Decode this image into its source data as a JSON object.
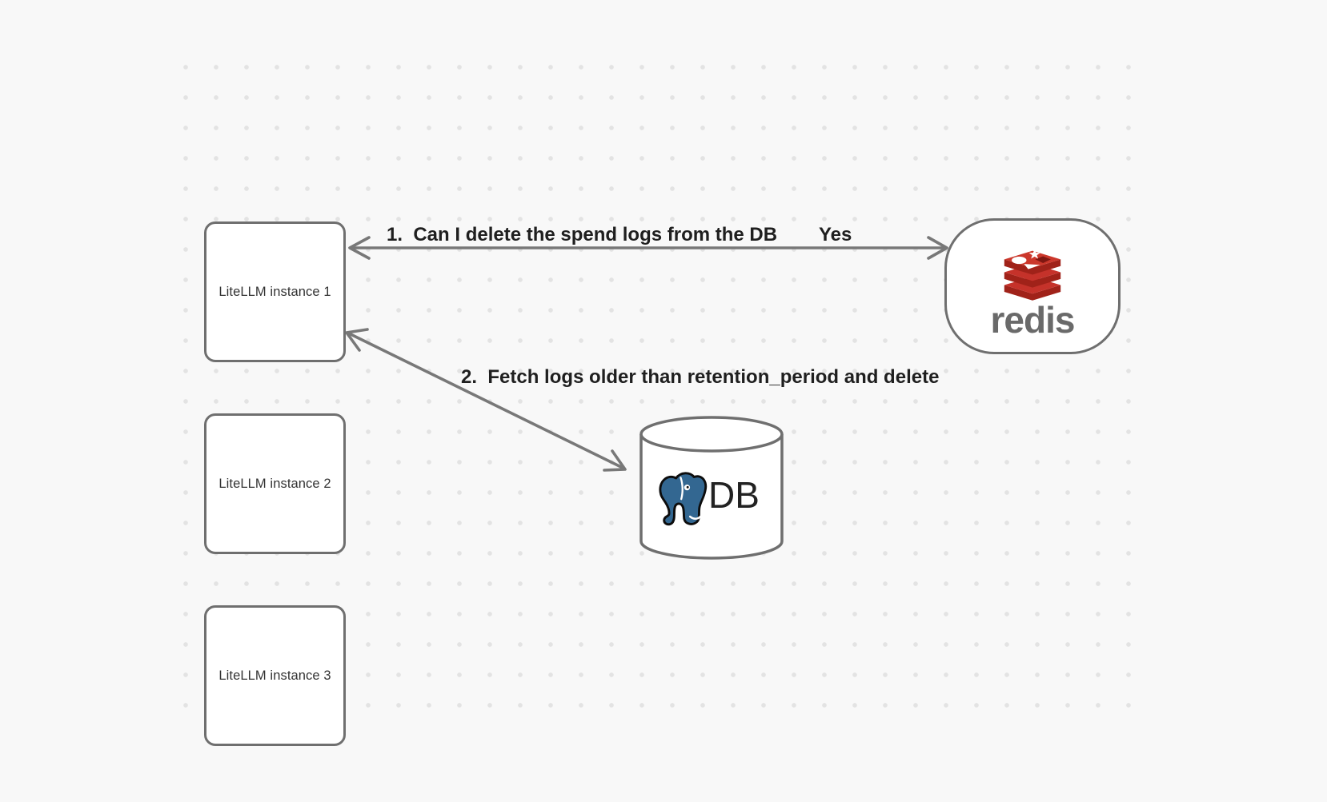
{
  "diagram": {
    "instances": [
      {
        "label": "LiteLLM instance 1"
      },
      {
        "label": "LiteLLM instance 2"
      },
      {
        "label": "LiteLLM instance 3"
      }
    ],
    "redis": {
      "wordmark": "redis"
    },
    "db": {
      "label": "DB"
    },
    "flows": {
      "step1": {
        "label": "1.  Can I delete the spend logs from the DB",
        "answer": "Yes"
      },
      "step2": {
        "label": "2.  Fetch logs older than retention_period and delete"
      }
    },
    "colors": {
      "background": "#f8f8f8",
      "grid_dot": "#e3e3e3",
      "shape_stroke": "#6f6f6f",
      "arrow": "#787878",
      "label_text": "#1f1f1f",
      "redis_red": "#c5322a",
      "redis_red_dark": "#a02219",
      "redis_notch": "#7e1711",
      "redis_gray": "#6a6a6a",
      "postgres_blue": "#336791"
    }
  }
}
